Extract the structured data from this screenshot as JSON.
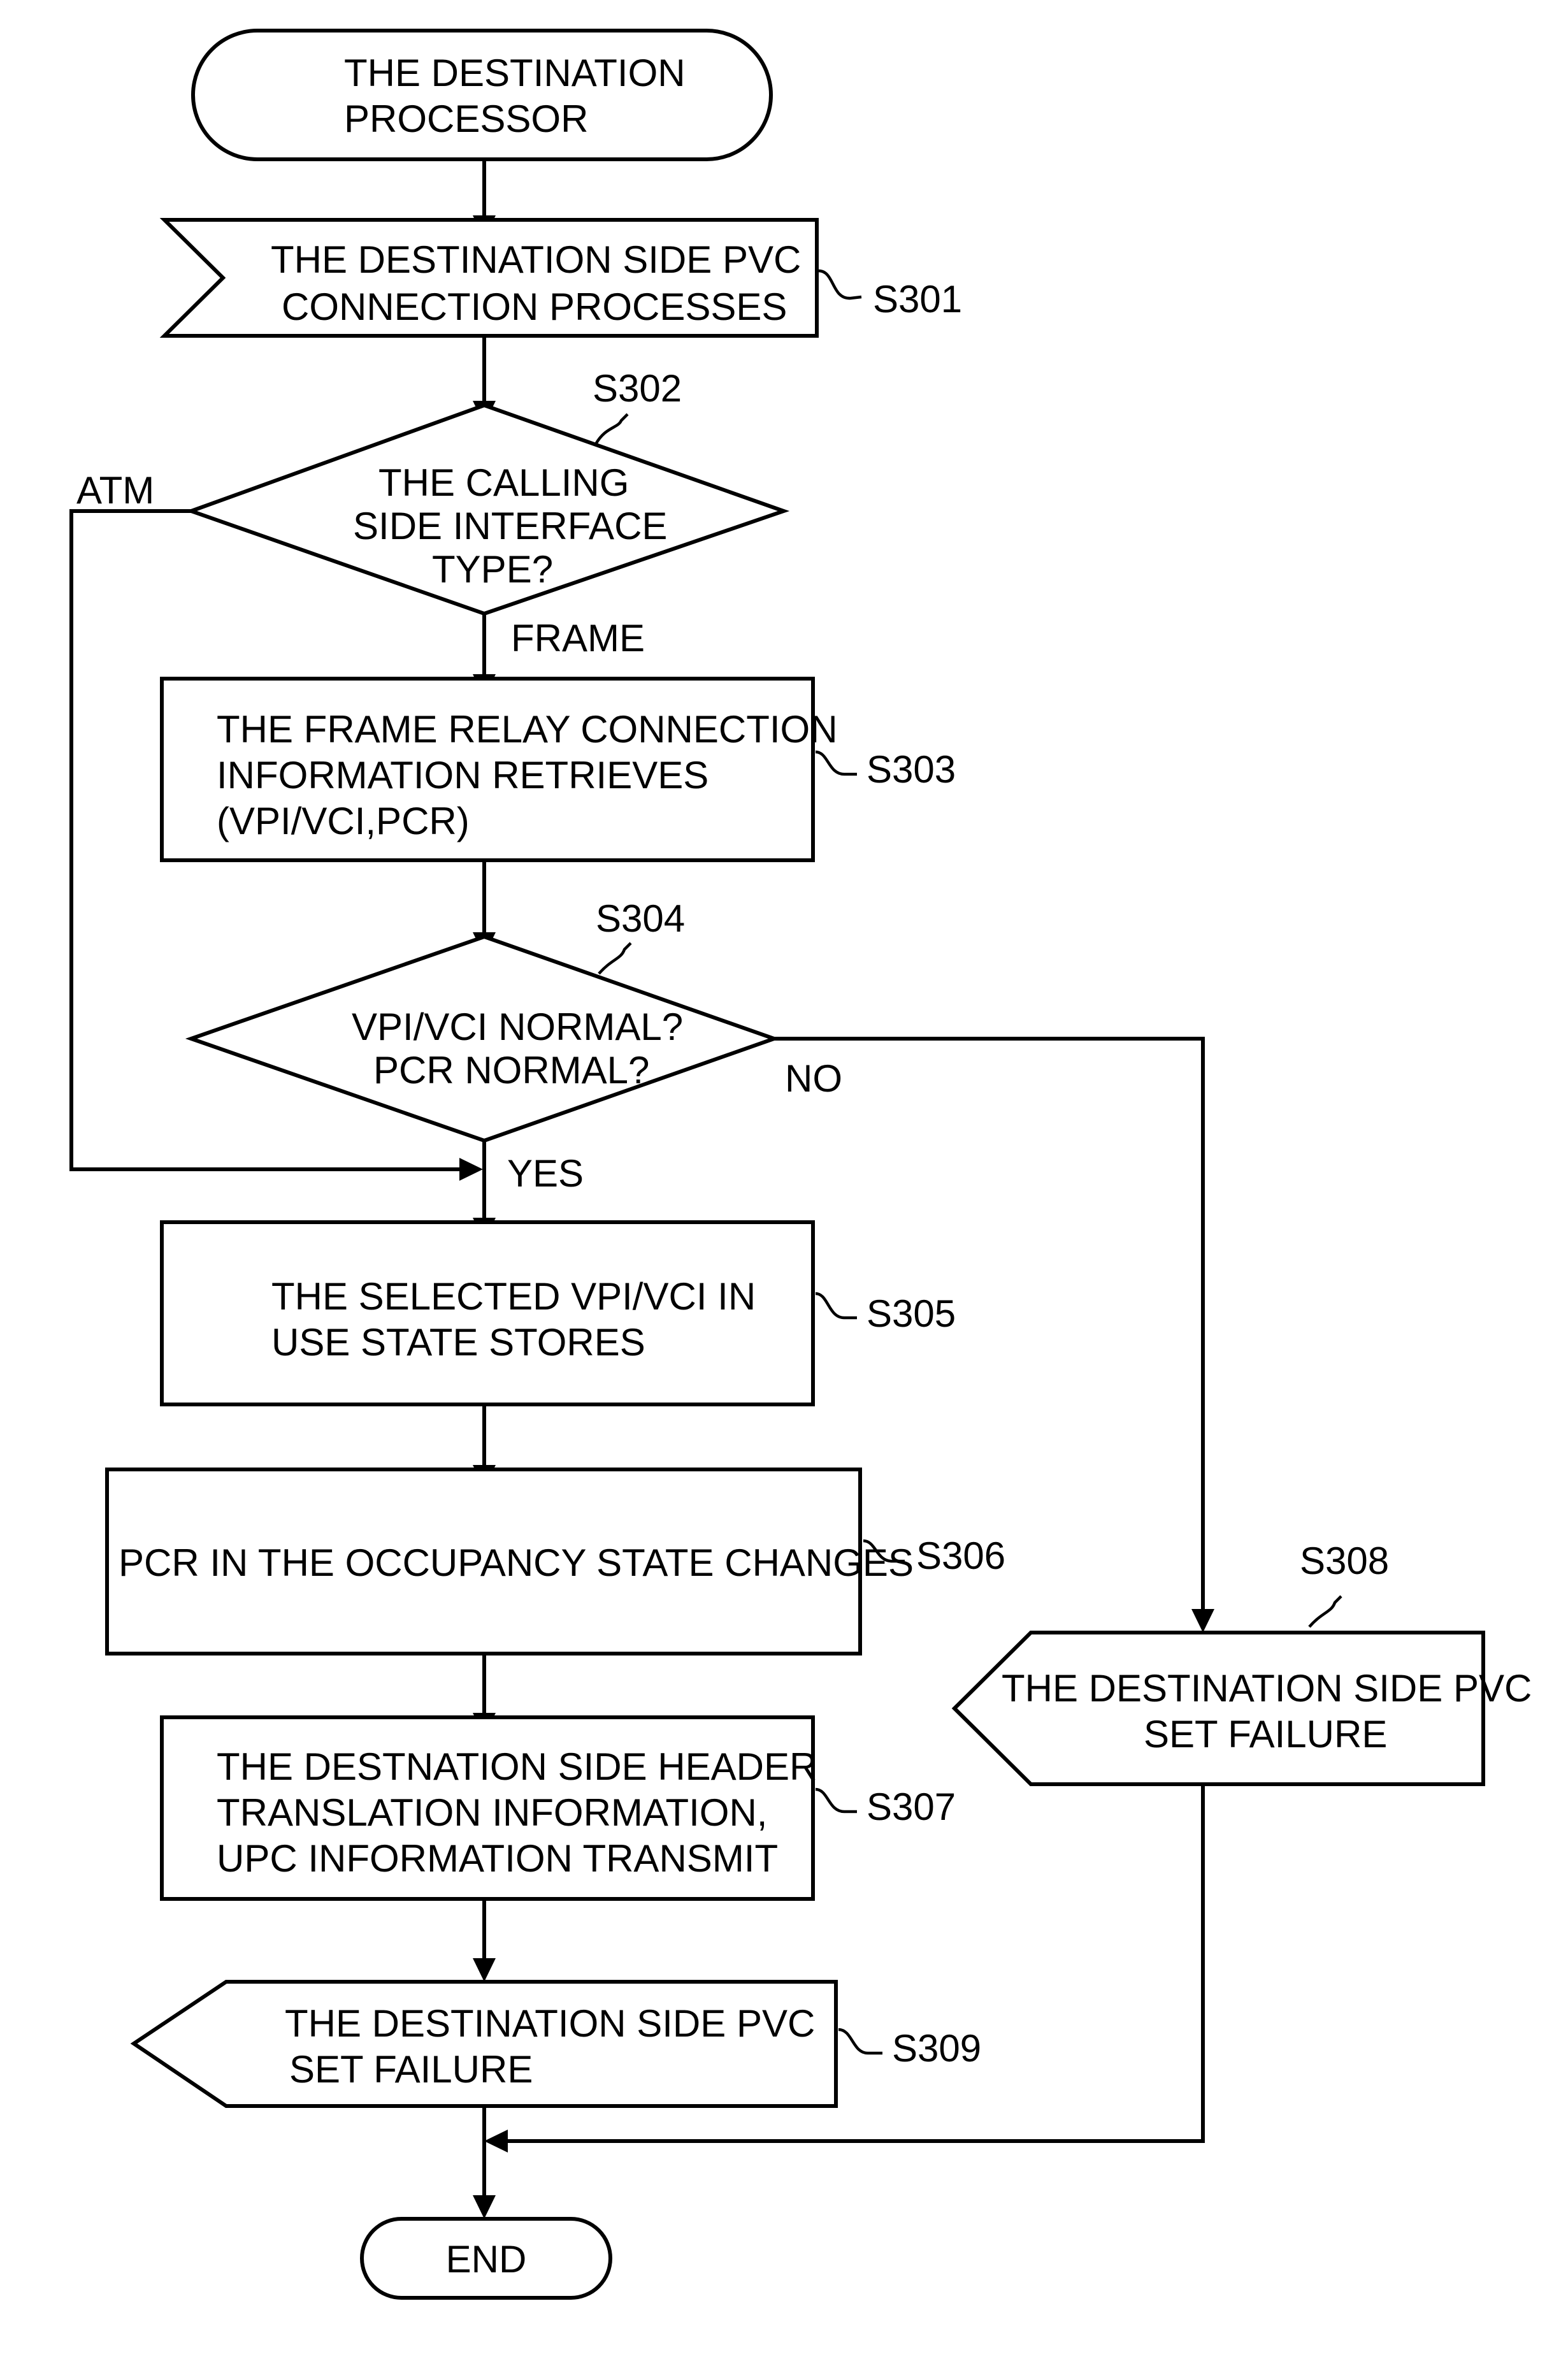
{
  "diagram": {
    "start": [
      "THE DESTINATION",
      "PROCESSOR"
    ],
    "s301": {
      "label": "S301",
      "text": [
        "THE DESTINATION  SIDE PVC",
        "CONNECTION PROCESSES"
      ]
    },
    "s302": {
      "label": "S302",
      "text": [
        "THE CALLING",
        "SIDE INTERFACE",
        "TYPE?"
      ],
      "branch_left": "ATM",
      "branch_down": "FRAME"
    },
    "s303": {
      "label": "S303",
      "text": [
        "THE FRAME RELAY CONNECTION",
        "INFORMATION RETRIEVES",
        "(VPI/VCI,PCR)"
      ]
    },
    "s304": {
      "label": "S304",
      "text": [
        "VPI/VCI NORMAL?",
        "PCR NORMAL?"
      ],
      "branch_right": "NO",
      "branch_down": "YES"
    },
    "s305": {
      "label": "S305",
      "text": [
        "THE SELECTED VPI/VCI IN",
        "USE STATE STORES"
      ]
    },
    "s306": {
      "label": "S306",
      "text": [
        "PCR IN THE OCCUPANCY STATE CHANGES"
      ]
    },
    "s307": {
      "label": "S307",
      "text": [
        "THE DESTNATION SIDE HEADER",
        "TRANSLATION INFORMATION,",
        "UPC INFORMATION TRANSMIT"
      ]
    },
    "s308": {
      "label": "S308",
      "text": [
        "THE DESTINATION SIDE PVC",
        "SET FAILURE"
      ]
    },
    "s309": {
      "label": "S309",
      "text": [
        "THE DESTINATION SIDE PVC",
        "SET FAILURE"
      ]
    },
    "end": "END"
  }
}
